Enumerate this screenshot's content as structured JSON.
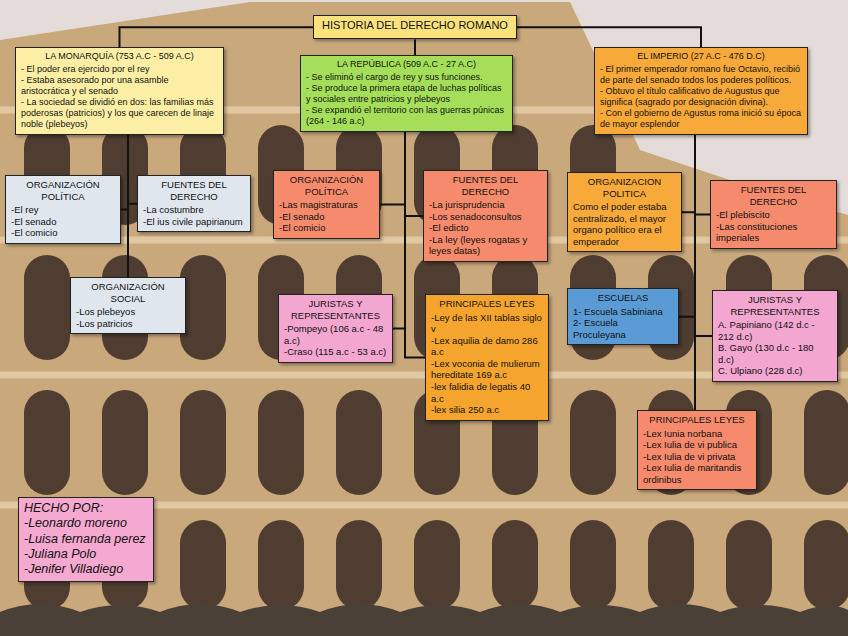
{
  "diagram": {
    "nodes": [
      {
        "text": [
          "HISTORIA DEL DERECHO ROMANO"
        ]
      },
      {
        "text": [
          "LA MONARQUÍA (753 A.C - 509 A.C)",
          "- El poder era ejercido por el rey",
          "- Estaba asesorado por una asamble aristocrática y el senado",
          "- La sociedad se dividió en dos: las familias más poderosas (patricios) y los que carecen de linaje noble (plebeyos)"
        ]
      },
      {
        "text": [
          "LA REPÚBLICA (509 A.C - 27 A.C)",
          "- Se eliminó el cargo de rey y sus funciones.",
          "- Se produce la primera etapa de luchas políticas y sociales entre patricios y plebeyos",
          "- Se expandió el territorio con las guerras púnicas (264 - 146 a.c)"
        ]
      },
      {
        "text": [
          "EL IMPERIO (27 A.C - 476 D.C)",
          "- El primer emperador romano fue Octavio, recibió de parte del senado todos los poderes políticos.",
          "- Obtuvo el título calificativo de Augustus que significa (sagrado por designación divina).",
          "- Con el gobierno de Agustus roma inició su época de mayor esplendor"
        ]
      },
      {
        "text": [
          "ORGANIZACIÓN POLÍTICA",
          "-El rey",
          "-El senado",
          "-El comicio"
        ]
      },
      {
        "text": [
          "FUENTES DEL DERECHO",
          "-La costumbre",
          "-El ius civile papirianum"
        ]
      },
      {
        "text": [
          "ORGANIZACIÓN SOCIAL",
          "-Los plebeyos",
          "-Los patricios"
        ]
      },
      {
        "text": [
          "ORGANIZACIÓN POLÍTICA",
          "-Las magistraturas",
          "-El senado",
          "-El comicio"
        ]
      },
      {
        "text": [
          "FUENTES DEL DERECHO",
          "-La jurisprudencia",
          "-Los senadoconsultos",
          "-El edicto",
          "-La ley (leyes rogatas y leyes datas)"
        ]
      },
      {
        "text": [
          "JURISTAS Y REPRESENTANTES",
          "-Pompeyo (106 a.c - 48 a.c)",
          "-Craso (115 a.c - 53 a.c)"
        ]
      },
      {
        "text": [
          "PRINCIPALES LEYES",
          "-Ley de las XII tablas siglo v",
          "-Lex aquilia de damo 286 a.c",
          "-Lex voconia de mulierum hereditate 169 a.c",
          "-lex falidia de legatis 40 a.c",
          "-lex silia 250 a.c"
        ]
      },
      {
        "text": [
          "ORGANIZACION POLITICA",
          "Como el poder estaba centralizado, el mayor organo político era el emperador"
        ]
      },
      {
        "text": [
          "FUENTES DEL DERECHO",
          "-El plebiscito",
          "-Las constituciones imperiales"
        ]
      },
      {
        "text": [
          "ESCUELAS",
          "1- Escuela Sabiniana",
          "2- Escuela Proculeyana"
        ]
      },
      {
        "text": [
          "JURISTAS Y REPRESENTANTES",
          "A. Papiniano (142 d.c - 212 d.c)",
          "B. Gayo (130 d.c - 180 d.c)",
          "C. Ulpiano (228 d.c)"
        ]
      },
      {
        "text": [
          "PRINCIPALES LEYES",
          "-Lex Iunia norbana",
          "-Lex Iulia de vi publica",
          "-Lex Iulia de vi privata",
          "-Lex Iulia de maritandis ordinibus"
        ]
      },
      {
        "text": [
          "HECHO POR:",
          "-Leonardo moreno",
          "-Luisa fernanda perez",
          "-Juliana Polo",
          "-Jenifer Villadiego"
        ]
      }
    ],
    "edges": [
      {
        "from": 0,
        "to": 1,
        "arrow": "none"
      },
      {
        "from": 0,
        "to": 2,
        "arrow": "none"
      },
      {
        "from": 0,
        "to": 3,
        "arrow": "none"
      },
      {
        "from": 1,
        "to": 4,
        "arrow": "none"
      },
      {
        "from": 1,
        "to": 5,
        "arrow": "none"
      },
      {
        "from": 1,
        "to": 6,
        "arrow": "none"
      },
      {
        "from": 2,
        "to": 7,
        "arrow": "none"
      },
      {
        "from": 2,
        "to": 8,
        "arrow": "none"
      },
      {
        "from": 2,
        "to": 9,
        "arrow": "none"
      },
      {
        "from": 2,
        "to": 10,
        "arrow": "none"
      },
      {
        "from": 3,
        "to": 11,
        "arrow": "none"
      },
      {
        "from": 3,
        "to": 12,
        "arrow": "none"
      },
      {
        "from": 3,
        "to": 13,
        "arrow": "none"
      },
      {
        "from": 3,
        "to": 14,
        "arrow": "none"
      },
      {
        "from": 3,
        "to": 15,
        "arrow": "none"
      }
    ]
  }
}
